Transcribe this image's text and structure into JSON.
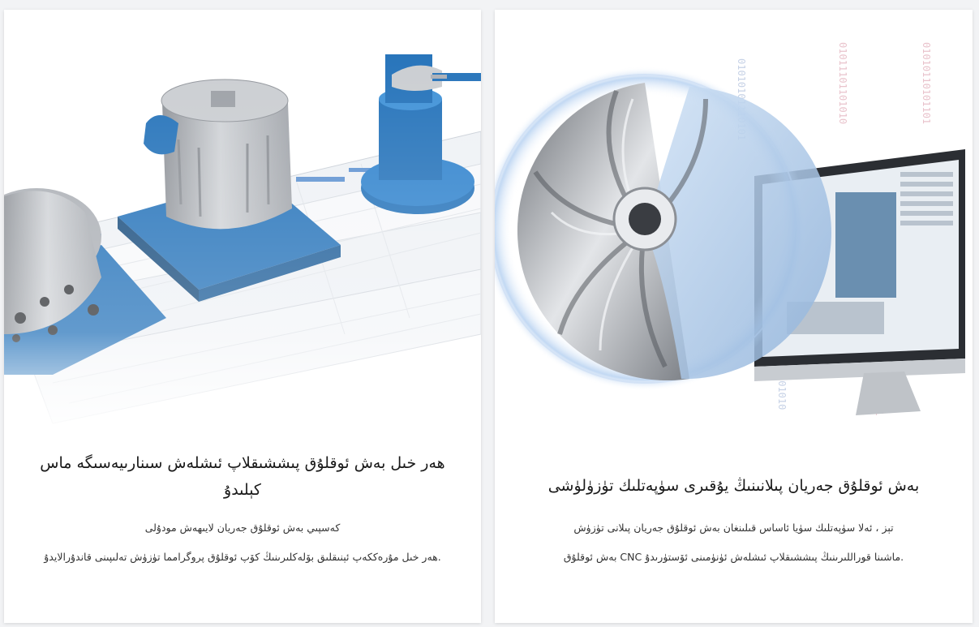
{
  "cards": [
    {
      "title": "ھەر خىل بەش ئوقلۇق پىششىقلاپ ئىشلەش سىنارىيەسىگە ماس كېلىدۇ",
      "line1": "كەسپىي بەش ئوقلۇق جەريان لايىھەش مودۇلى",
      "line2": ".ھەر خىل مۇرەككەپ ئېنىقلىق بۆلەكلىرىنىڭ كۆپ ئوقلۇق پروگرامما تۈزۈش تەلىپىنى قاندۇرالايدۇ",
      "image": "cnc-parts-illustration"
    },
    {
      "title": "بەش ئوقلۇق جەريان پىلانىنىڭ يۇقىرى سۈپەتلىك تۈزۈلۈشى",
      "line1": "تېز ، ئەلا سۈپەتلىك سۈيا ئاساس قىلىنغان بەش ئوقلۇق جەريان پىلانى تۈزۈش",
      "line2": ".ماشىنا قوراللىرىنىڭ پىششىقلاپ ئىشلەش ئۈنۈمىنى ئۆستۈرىدۇ CNC بەش ئوقلۇق",
      "image": "impeller-monitor-illustration"
    }
  ],
  "colors": {
    "part_blue": "#1f6fb8",
    "metal": "#b7bbc0",
    "text": "#1a1a1a"
  }
}
